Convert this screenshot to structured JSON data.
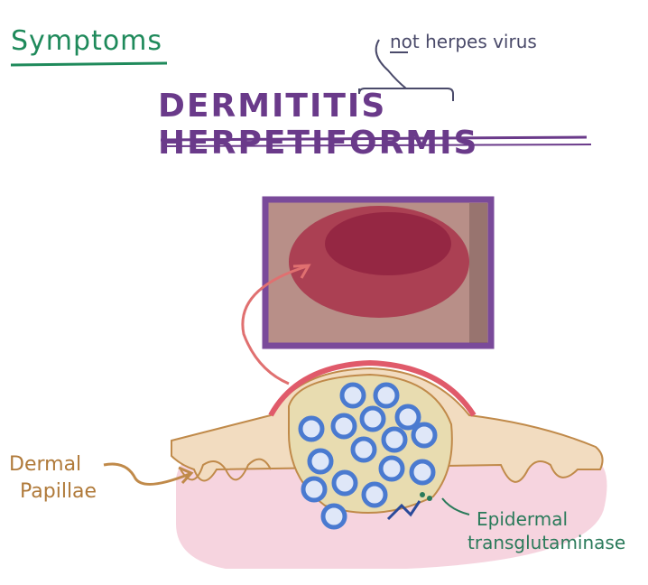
{
  "heading": "Symptoms",
  "title": "DERMITITIS HERPETIFORMIS",
  "note": "not herpes virus",
  "labels": {
    "dermal_papillae_line1": "Dermal",
    "dermal_papillae_line2": "Papillae",
    "transglutaminase_line1": "Epidermal",
    "transglutaminase_line2": "transglutaminase"
  },
  "colors": {
    "heading_green": "#1f8a5b",
    "title_purple": "#6a3a8a",
    "photo_frame": "#7a4a9a",
    "epidermis_red": "#e05a6a",
    "epidermis_tan": "#f2dcc0",
    "blister_fill": "#e8dcb0",
    "dermis_pink": "#f6d4df",
    "cell_blue": "#4a7ad0",
    "arrow_red": "#e07070",
    "arrow_tan": "#c08a4a"
  }
}
